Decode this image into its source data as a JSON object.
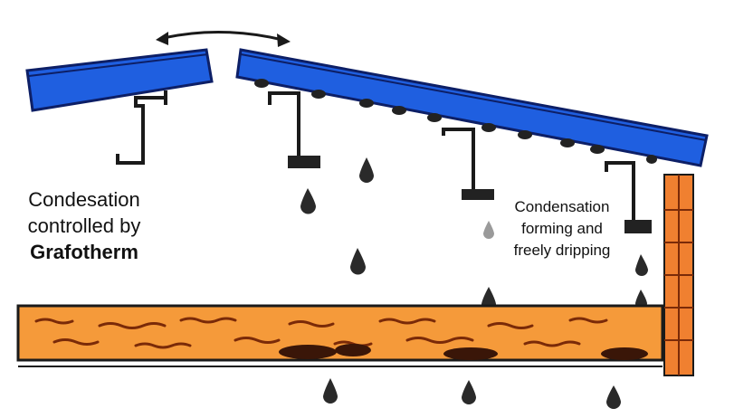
{
  "diagram": {
    "left_label": {
      "line1": "Condesation",
      "line2": "controlled by",
      "line3": "Grafotherm"
    },
    "right_label": {
      "line1": "Condensation",
      "line2": "forming and",
      "line3": "freely dripping"
    },
    "colors": {
      "roof_panel": "#1f5fe0",
      "insulation_board": "#f59a3a",
      "wall_column": "#f08030",
      "line_dark": "#1a1a1a",
      "droplet": "#2a2a2a"
    },
    "icons": {
      "ventilation_arrow": "double-headed-arrow-icon",
      "droplets": "water-drop-icon"
    }
  }
}
